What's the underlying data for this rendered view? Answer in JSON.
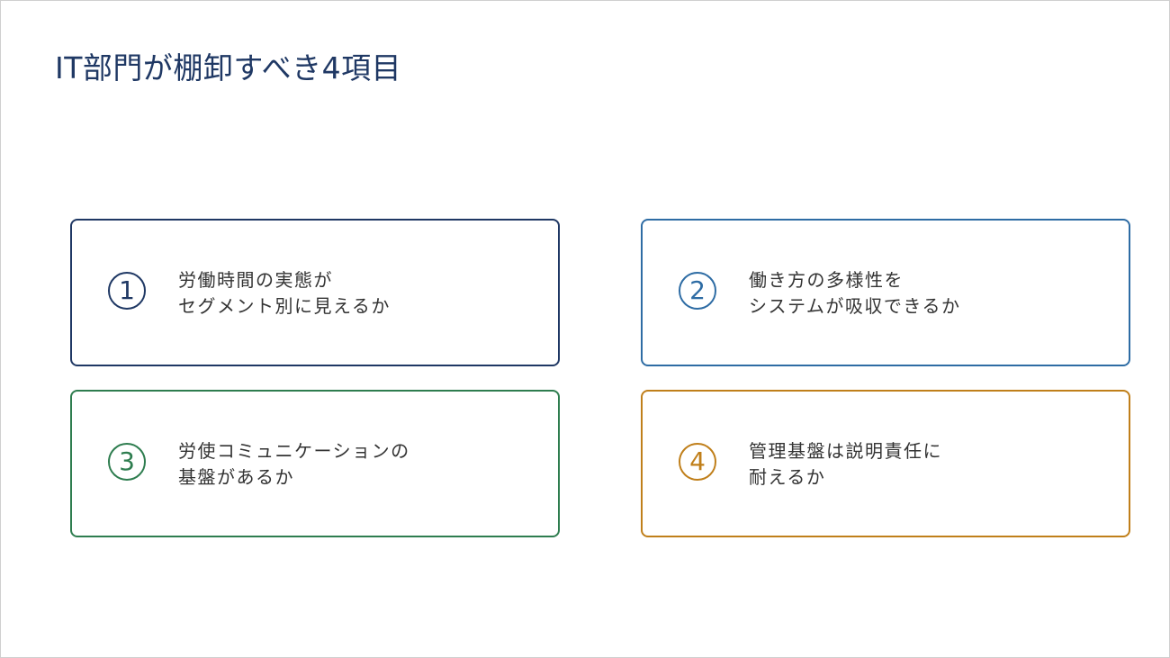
{
  "slide": {
    "title": "IT部門が棚卸すべき4項目"
  },
  "cards": [
    {
      "number": "1",
      "lines": [
        "労働時間の実態が",
        "セグメント別に見えるか"
      ],
      "color": "#1f3864"
    },
    {
      "number": "2",
      "lines": [
        "働き方の多様性を",
        "システムが吸収できるか"
      ],
      "color": "#2e6ca4"
    },
    {
      "number": "3",
      "lines": [
        "労使コミュニケーションの",
        "基盤があるか"
      ],
      "color": "#2e7d4f"
    },
    {
      "number": "4",
      "lines": [
        "管理基盤は説明責任に",
        "耐えるか"
      ],
      "color": "#c07f1a"
    }
  ]
}
